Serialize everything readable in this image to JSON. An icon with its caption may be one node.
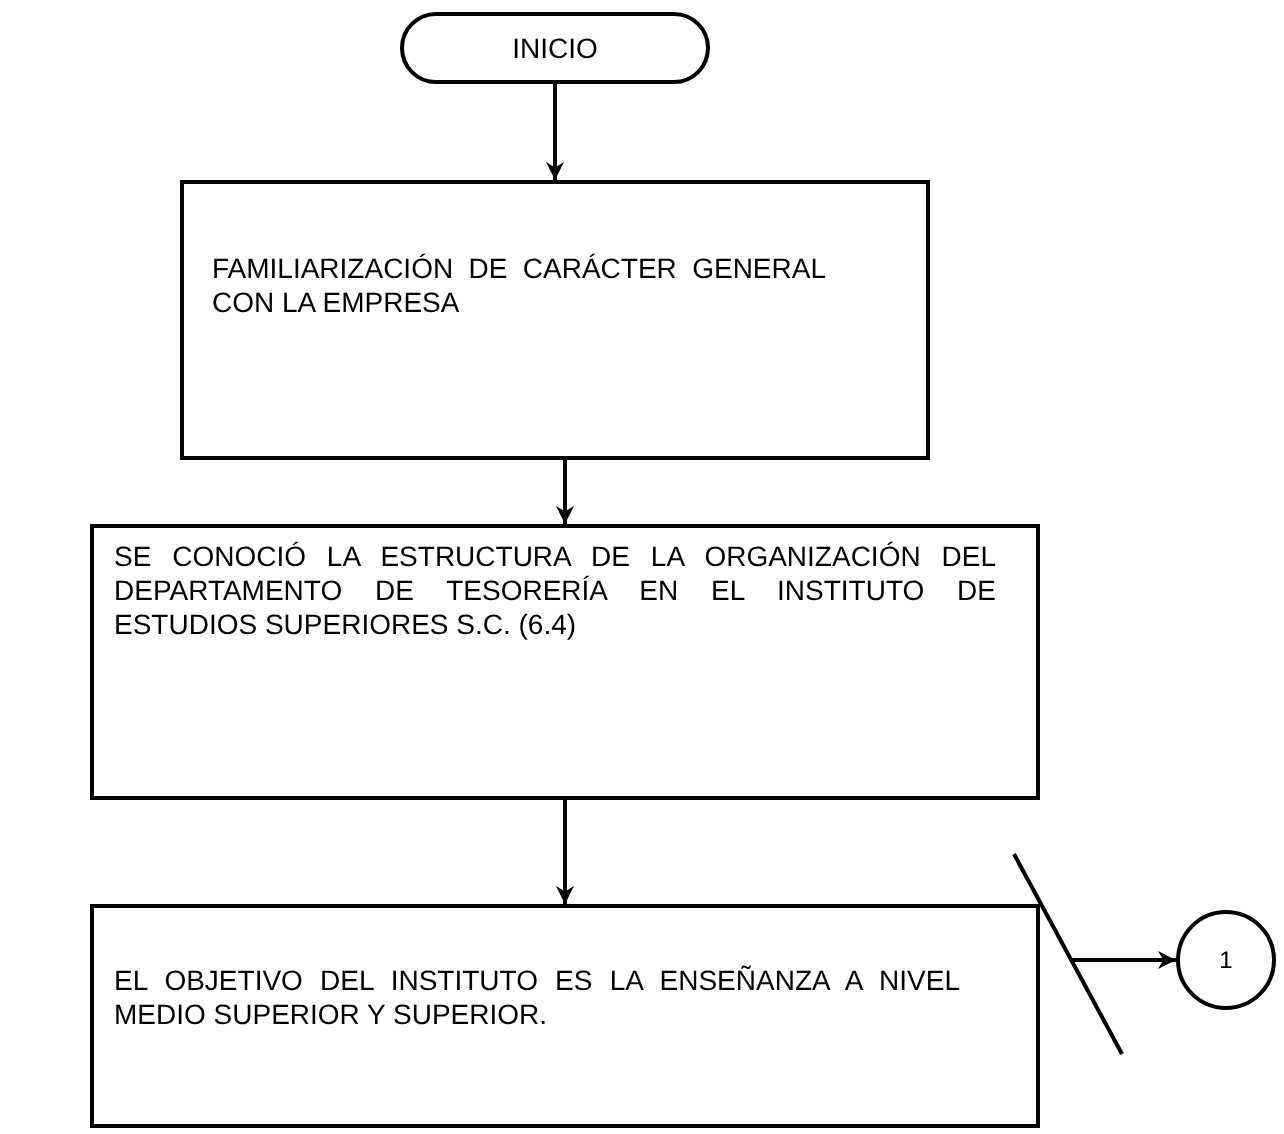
{
  "diagram": {
    "nodes": [
      {
        "text": [
          "INICIO"
        ]
      },
      {
        "text": [
          "FAMILIARIZACIÓN DE CARÁCTER GENERAL CON LA EMPRESA"
        ]
      },
      {
        "text": [
          "SE CONOCIÓ LA ESTRUCTURA DE LA ORGANIZACIÓN DEL DEPARTAMENTO DE TESORERÍA EN EL INSTITUTO DE ESTUDIOS SUPERIORES S.C. (6.4)"
        ]
      },
      {
        "text": [
          "EL OBJETIVO DEL INSTITUTO ES LA ENSEÑANZA A NIVEL MEDIO SUPERIOR Y SUPERIOR."
        ]
      },
      {
        "text": [],
        "shape": "line"
      },
      {
        "text": [
          "1"
        ]
      }
    ],
    "edges": [
      {
        "from": 0,
        "to": 1,
        "arrow": "to"
      },
      {
        "from": 1,
        "to": 2,
        "arrow": "to"
      },
      {
        "from": 2,
        "to": 3,
        "arrow": "to"
      },
      {
        "from": 4,
        "to": 5,
        "arrow": "to"
      }
    ]
  }
}
